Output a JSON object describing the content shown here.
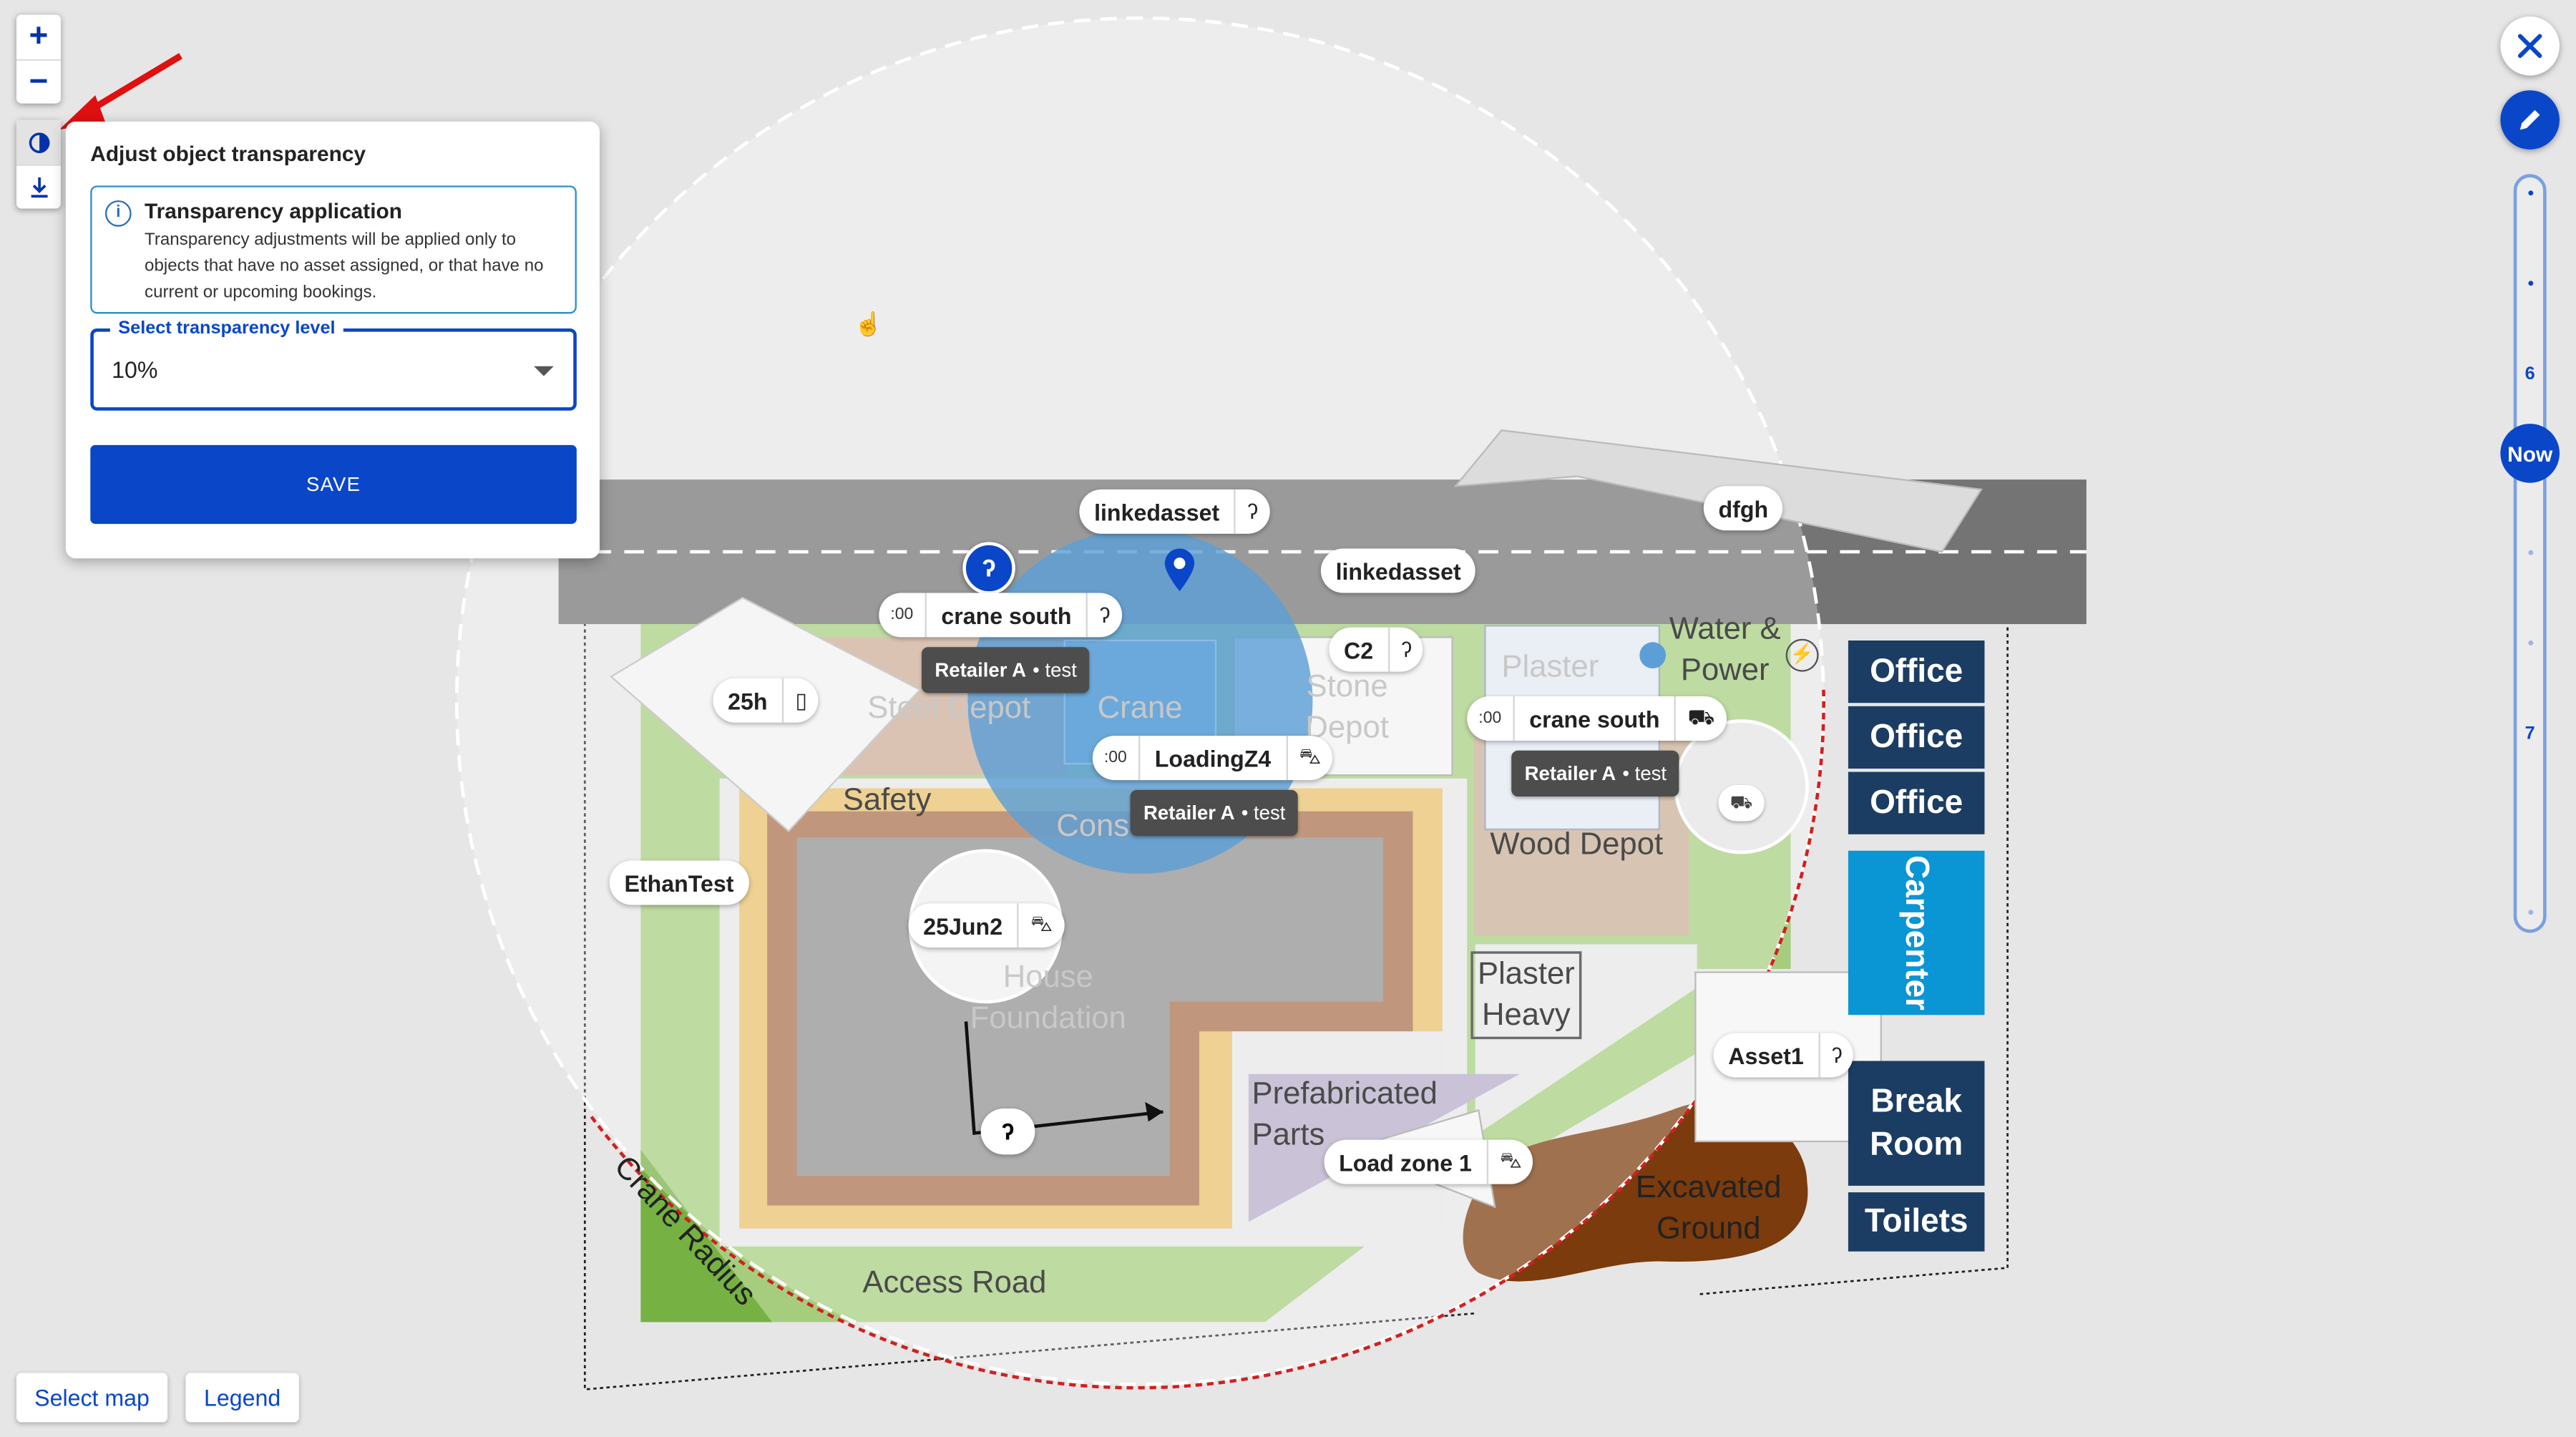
{
  "map": {
    "area_labels": {
      "steel_depot": "Steel Depot",
      "crane": "Crane",
      "stone_depot": "Stone Depot",
      "plaster": "Plaster",
      "water_power": "Water & Power",
      "safety": "Safety",
      "cons": "Cons",
      "wood_depot": "Wood Depot",
      "house_foundation": "House Foundation",
      "plaster_heavy": "Plaster Heavy",
      "prefabricated_parts": "Prefabricated Parts",
      "excavated_ground": "Excavated Ground",
      "access_road": "Access Road",
      "crane_radius": "Crane Radius"
    },
    "tiles": {
      "office_1": "Office",
      "office_2": "Office",
      "office_3": "Office",
      "carpenter": "Carpenter",
      "break_room": "Break Room",
      "toilets": "Toilets"
    },
    "chips": {
      "linkedasset_1": "linkedasset",
      "linkedasset_2": "linkedasset",
      "dfgh": "dfgh",
      "crane_south_1": "crane south",
      "crane_south_1_time": ":00",
      "crane_south_2": "crane south",
      "crane_south_2_time": ":00",
      "h25": "25h",
      "c2": "C2",
      "loadingz4": "LoadingZ4",
      "loadingz4_time": ":00",
      "ethantest": "EthanTest",
      "jun25": "25Jun2",
      "asset1": "Asset1",
      "load_zone_1": "Load zone 1"
    },
    "bookings": {
      "b1_name": "Retailer A",
      "b1_detail": "• test",
      "b2_name": "Retailer A",
      "b2_detail": "• test",
      "b3_name": "Retailer A",
      "b3_detail": "• test"
    },
    "colors": {
      "road": "#747474",
      "green": "#a6cd7e",
      "dark_green": "#76b143",
      "yellow": "#e8bf6a",
      "brown": "#a8704c",
      "foundation": "#8f8f8f",
      "crane_zone": "#5b9fd6",
      "office": "#1b3d63",
      "carpenter": "#0a95d4",
      "excavated": "#7b3b0c",
      "primary": "#0a46c8"
    }
  },
  "panel": {
    "title": "Adjust object transparency",
    "info_title": "Transparency application",
    "info_text": "Transparency adjustments will be applied only to objects that have no asset assigned, or that have no current or upcoming bookings.",
    "select_label": "Select transparency level",
    "select_value": "10%",
    "save_label": "SAVE"
  },
  "timeline": {
    "tick_6": "6",
    "tick_7": "7",
    "now_label": "Now"
  },
  "bottom": {
    "select_map": "Select map",
    "legend": "Legend"
  },
  "icons": [
    "plus-icon",
    "minus-icon",
    "contrast-icon",
    "download-icon",
    "close-icon",
    "pencil-icon",
    "crane-hook-icon",
    "location-pin-icon",
    "truck-icon",
    "forklift-icon",
    "lightning-icon",
    "info-icon",
    "cursor-hand-icon",
    "annotation-arrow-icon"
  ]
}
